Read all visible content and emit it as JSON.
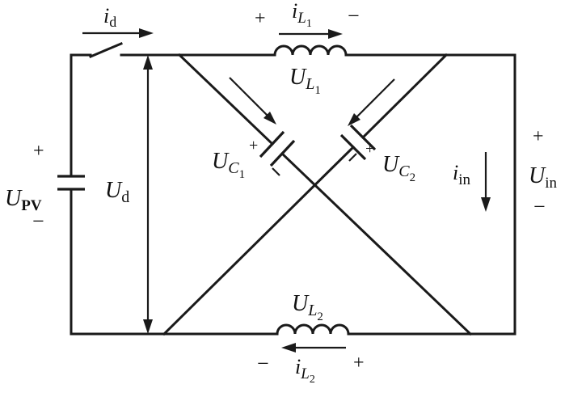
{
  "colors": {
    "ink": "#1a1a1a",
    "background": "#ffffff"
  },
  "labels": {
    "i_d": {
      "main": "i",
      "sub": "d"
    },
    "i_L1": {
      "main": "i",
      "sub": "L",
      "subsub": "1"
    },
    "U_L1": {
      "main": "U",
      "sub": "L",
      "subsub": "1"
    },
    "U_C1": {
      "main": "U",
      "sub": "C",
      "subsub": "1"
    },
    "U_C2": {
      "main": "U",
      "sub": "C",
      "subsub": "2"
    },
    "U_d": {
      "main": "U",
      "sub": "d"
    },
    "U_PV": {
      "main": "U",
      "sub": "PV"
    },
    "i_in": {
      "main": "i",
      "sub": "in"
    },
    "U_in": {
      "main": "U",
      "sub": "in"
    },
    "U_L2": {
      "main": "U",
      "sub": "L",
      "subsub": "2"
    },
    "i_L2": {
      "main": "i",
      "sub": "L",
      "subsub": "2"
    }
  },
  "signs": {
    "plus": "+",
    "minus": "−"
  }
}
